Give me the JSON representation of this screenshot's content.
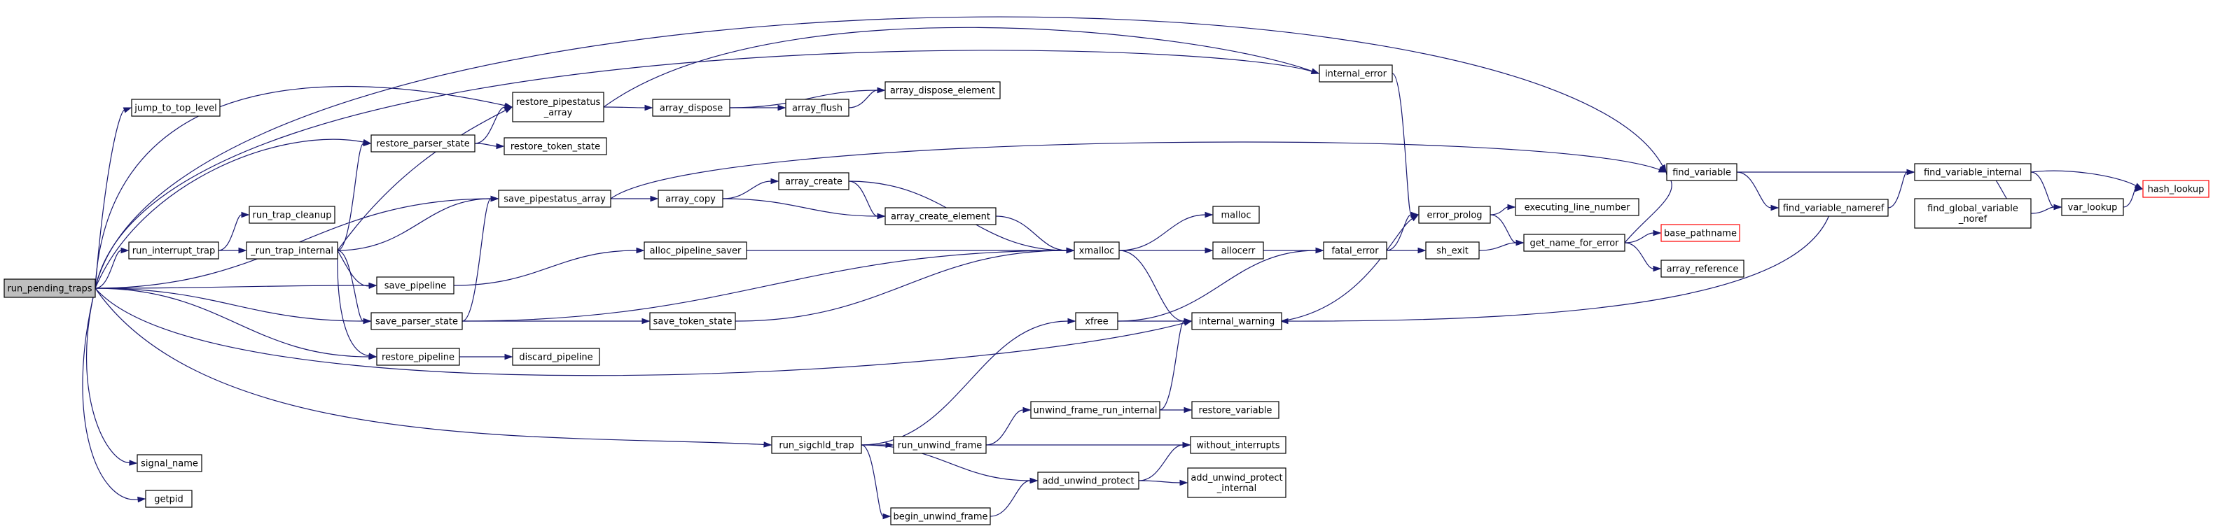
{
  "graph": {
    "edge_color": "#191970",
    "root_fill": "#bfbfbf",
    "truncated_border": "#ff0000",
    "nodes": [
      {
        "id": "run_pending_traps",
        "lines": [
          "run_pending_traps"
        ],
        "root": true
      },
      {
        "id": "jump_to_top_level",
        "lines": [
          "jump_to_top_level"
        ]
      },
      {
        "id": "restore_pipestatus_array",
        "lines": [
          "restore_pipestatus",
          "_array"
        ]
      },
      {
        "id": "restore_parser_state",
        "lines": [
          "restore_parser_state"
        ]
      },
      {
        "id": "save_pipestatus_array",
        "lines": [
          "save_pipestatus_array"
        ]
      },
      {
        "id": "run_interrupt_trap",
        "lines": [
          "run_interrupt_trap"
        ]
      },
      {
        "id": "save_pipeline",
        "lines": [
          "save_pipeline"
        ]
      },
      {
        "id": "save_parser_state",
        "lines": [
          "save_parser_state"
        ]
      },
      {
        "id": "restore_pipeline",
        "lines": [
          "restore_pipeline"
        ]
      },
      {
        "id": "signal_name",
        "lines": [
          "signal_name"
        ]
      },
      {
        "id": "getpid",
        "lines": [
          "getpid"
        ]
      },
      {
        "id": "run_trap_cleanup",
        "lines": [
          "run_trap_cleanup"
        ]
      },
      {
        "id": "_run_trap_internal",
        "lines": [
          "_run_trap_internal"
        ]
      },
      {
        "id": "restore_token_state",
        "lines": [
          "restore_token_state"
        ]
      },
      {
        "id": "array_dispose",
        "lines": [
          "array_dispose"
        ]
      },
      {
        "id": "array_flush",
        "lines": [
          "array_flush"
        ]
      },
      {
        "id": "array_dispose_element",
        "lines": [
          "array_dispose_element"
        ]
      },
      {
        "id": "array_copy",
        "lines": [
          "array_copy"
        ]
      },
      {
        "id": "array_create",
        "lines": [
          "array_create"
        ]
      },
      {
        "id": "array_create_element",
        "lines": [
          "array_create_element"
        ]
      },
      {
        "id": "alloc_pipeline_saver",
        "lines": [
          "alloc_pipeline_saver"
        ]
      },
      {
        "id": "save_token_state",
        "lines": [
          "save_token_state"
        ]
      },
      {
        "id": "discard_pipeline",
        "lines": [
          "discard_pipeline"
        ]
      },
      {
        "id": "run_sigchld_trap",
        "lines": [
          "run_sigchld_trap"
        ]
      },
      {
        "id": "run_unwind_frame",
        "lines": [
          "run_unwind_frame"
        ]
      },
      {
        "id": "begin_unwind_frame",
        "lines": [
          "begin_unwind_frame"
        ]
      },
      {
        "id": "unwind_frame_run_internal",
        "lines": [
          "unwind_frame_run_internal"
        ]
      },
      {
        "id": "add_unwind_protect",
        "lines": [
          "add_unwind_protect"
        ]
      },
      {
        "id": "restore_variable",
        "lines": [
          "restore_variable"
        ]
      },
      {
        "id": "without_interrupts",
        "lines": [
          "without_interrupts"
        ]
      },
      {
        "id": "add_unwind_protect_internal",
        "lines": [
          "add_unwind_protect",
          "_internal"
        ]
      },
      {
        "id": "xmalloc",
        "lines": [
          "xmalloc"
        ]
      },
      {
        "id": "xfree",
        "lines": [
          "xfree"
        ]
      },
      {
        "id": "malloc",
        "lines": [
          "malloc"
        ]
      },
      {
        "id": "allocerr",
        "lines": [
          "allocerr"
        ]
      },
      {
        "id": "internal_warning",
        "lines": [
          "internal_warning"
        ]
      },
      {
        "id": "internal_error",
        "lines": [
          "internal_error"
        ]
      },
      {
        "id": "fatal_error",
        "lines": [
          "fatal_error"
        ]
      },
      {
        "id": "error_prolog",
        "lines": [
          "error_prolog"
        ]
      },
      {
        "id": "sh_exit",
        "lines": [
          "sh_exit"
        ]
      },
      {
        "id": "executing_line_number",
        "lines": [
          "executing_line_number"
        ]
      },
      {
        "id": "get_name_for_error",
        "lines": [
          "get_name_for_error"
        ]
      },
      {
        "id": "base_pathname",
        "lines": [
          "base_pathname"
        ],
        "truncated": true
      },
      {
        "id": "array_reference",
        "lines": [
          "array_reference"
        ]
      },
      {
        "id": "find_variable",
        "lines": [
          "find_variable"
        ]
      },
      {
        "id": "find_variable_nameref",
        "lines": [
          "find_variable_nameref"
        ]
      },
      {
        "id": "find_variable_internal",
        "lines": [
          "find_variable_internal"
        ]
      },
      {
        "id": "find_global_variable_noref",
        "lines": [
          "find_global_variable",
          "_noref"
        ]
      },
      {
        "id": "var_lookup",
        "lines": [
          "var_lookup"
        ]
      },
      {
        "id": "hash_lookup",
        "lines": [
          "hash_lookup"
        ],
        "truncated": true
      }
    ],
    "edges": [
      [
        "run_pending_traps",
        "jump_to_top_level"
      ],
      [
        "run_pending_traps",
        "restore_pipestatus_array"
      ],
      [
        "run_pending_traps",
        "restore_parser_state"
      ],
      [
        "run_pending_traps",
        "save_pipestatus_array"
      ],
      [
        "run_pending_traps",
        "run_interrupt_trap"
      ],
      [
        "run_pending_traps",
        "save_pipeline"
      ],
      [
        "run_pending_traps",
        "save_parser_state"
      ],
      [
        "run_pending_traps",
        "restore_pipeline"
      ],
      [
        "run_pending_traps",
        "signal_name"
      ],
      [
        "run_pending_traps",
        "getpid"
      ],
      [
        "run_pending_traps",
        "run_sigchld_trap"
      ],
      [
        "run_pending_traps",
        "internal_warning"
      ],
      [
        "run_pending_traps",
        "internal_error"
      ],
      [
        "run_pending_traps",
        "find_variable"
      ],
      [
        "run_interrupt_trap",
        "run_trap_cleanup"
      ],
      [
        "run_interrupt_trap",
        "_run_trap_internal"
      ],
      [
        "_run_trap_internal",
        "restore_pipestatus_array"
      ],
      [
        "_run_trap_internal",
        "restore_parser_state"
      ],
      [
        "_run_trap_internal",
        "save_pipestatus_array"
      ],
      [
        "_run_trap_internal",
        "save_pipeline"
      ],
      [
        "_run_trap_internal",
        "save_parser_state"
      ],
      [
        "_run_trap_internal",
        "restore_pipeline"
      ],
      [
        "restore_parser_state",
        "restore_pipestatus_array"
      ],
      [
        "restore_parser_state",
        "restore_token_state"
      ],
      [
        "save_parser_state",
        "save_pipestatus_array"
      ],
      [
        "save_parser_state",
        "save_token_state"
      ],
      [
        "save_parser_state",
        "xmalloc"
      ],
      [
        "restore_pipestatus_array",
        "array_dispose"
      ],
      [
        "restore_pipestatus_array",
        "internal_error"
      ],
      [
        "array_dispose",
        "array_flush"
      ],
      [
        "array_dispose",
        "array_dispose_element"
      ],
      [
        "array_flush",
        "array_dispose_element"
      ],
      [
        "save_pipestatus_array",
        "array_copy"
      ],
      [
        "save_pipestatus_array",
        "find_variable"
      ],
      [
        "array_copy",
        "array_create"
      ],
      [
        "array_copy",
        "array_create_element"
      ],
      [
        "array_create",
        "array_create_element"
      ],
      [
        "array_create",
        "xmalloc"
      ],
      [
        "array_create_element",
        "xmalloc"
      ],
      [
        "save_pipeline",
        "alloc_pipeline_saver"
      ],
      [
        "alloc_pipeline_saver",
        "xmalloc"
      ],
      [
        "save_token_state",
        "xmalloc"
      ],
      [
        "restore_pipeline",
        "discard_pipeline"
      ],
      [
        "run_sigchld_trap",
        "xfree"
      ],
      [
        "run_sigchld_trap",
        "run_unwind_frame"
      ],
      [
        "run_sigchld_trap",
        "begin_unwind_frame"
      ],
      [
        "run_sigchld_trap",
        "add_unwind_protect"
      ],
      [
        "run_unwind_frame",
        "unwind_frame_run_internal"
      ],
      [
        "run_unwind_frame",
        "without_interrupts"
      ],
      [
        "begin_unwind_frame",
        "add_unwind_protect"
      ],
      [
        "unwind_frame_run_internal",
        "restore_variable"
      ],
      [
        "unwind_frame_run_internal",
        "internal_warning"
      ],
      [
        "add_unwind_protect",
        "without_interrupts"
      ],
      [
        "add_unwind_protect",
        "add_unwind_protect_internal"
      ],
      [
        "xmalloc",
        "malloc"
      ],
      [
        "xmalloc",
        "allocerr"
      ],
      [
        "xmalloc",
        "internal_warning"
      ],
      [
        "xfree",
        "internal_warning"
      ],
      [
        "xfree",
        "fatal_error"
      ],
      [
        "allocerr",
        "fatal_error"
      ],
      [
        "internal_warning",
        "error_prolog"
      ],
      [
        "internal_error",
        "error_prolog"
      ],
      [
        "fatal_error",
        "error_prolog"
      ],
      [
        "fatal_error",
        "sh_exit"
      ],
      [
        "error_prolog",
        "executing_line_number"
      ],
      [
        "error_prolog",
        "get_name_for_error"
      ],
      [
        "sh_exit",
        "get_name_for_error"
      ],
      [
        "get_name_for_error",
        "base_pathname"
      ],
      [
        "get_name_for_error",
        "array_reference"
      ],
      [
        "get_name_for_error",
        "find_variable"
      ],
      [
        "find_variable",
        "find_variable_internal"
      ],
      [
        "find_variable",
        "find_variable_nameref"
      ],
      [
        "find_variable_nameref",
        "internal_warning"
      ],
      [
        "find_variable_nameref",
        "find_variable_internal"
      ],
      [
        "find_variable_internal",
        "var_lookup"
      ],
      [
        "find_variable_internal",
        "hash_lookup"
      ],
      [
        "find_variable_internal",
        "find_global_variable_noref"
      ],
      [
        "find_global_variable_noref",
        "var_lookup"
      ],
      [
        "var_lookup",
        "hash_lookup"
      ]
    ]
  }
}
